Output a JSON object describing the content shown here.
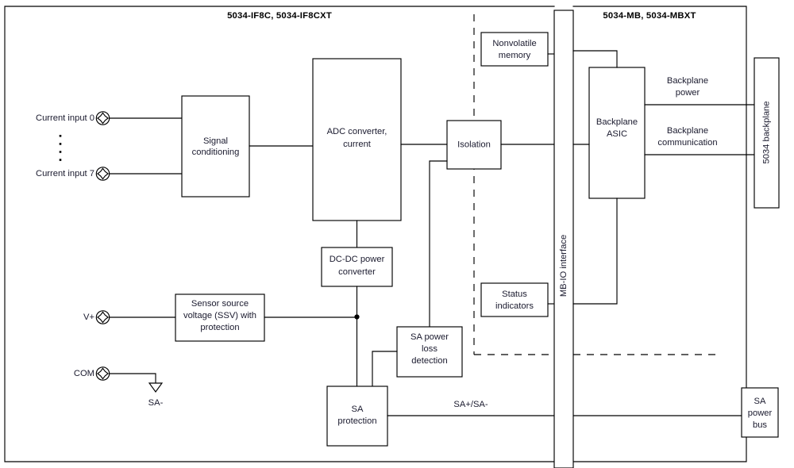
{
  "diagram": {
    "title_left": "5034-IF8C, 5034-IF8CXT",
    "title_right": "5034-MB, 5034-MBXT",
    "accent": "#000000",
    "text_color": "#1a1a2e"
  },
  "terminals": [
    {
      "label": "Current input 0",
      "icon": "screw-terminal-icon"
    },
    {
      "label": "Current input 7",
      "icon": "screw-terminal-icon"
    },
    {
      "label": "V+",
      "icon": "screw-terminal-icon"
    },
    {
      "label": "COM",
      "icon": "screw-terminal-icon"
    }
  ],
  "blocks": [
    {
      "id": "signal-conditioning",
      "line1": "Signal",
      "line2": "conditioning"
    },
    {
      "id": "adc-converter",
      "line1": "ADC converter,",
      "line2": "current"
    },
    {
      "id": "isolation",
      "line1": "Isolation",
      "line2": ""
    },
    {
      "id": "nonvolatile-memory",
      "line1": "Nonvolatile",
      "line2": "memory"
    },
    {
      "id": "status-indicators",
      "line1": "Status",
      "line2": "indicators"
    },
    {
      "id": "dc-dc-power-converter",
      "line1": "DC-DC power",
      "line2": "converter"
    },
    {
      "id": "sensor-source-voltage",
      "line1": "Sensor source",
      "line2": "voltage (SSV) with",
      "line3": "protection"
    },
    {
      "id": "sa-power-loss-detection",
      "line1": "SA power",
      "line2": "loss",
      "line3": "detection"
    },
    {
      "id": "sa-protection",
      "line1": "SA",
      "line2": "protection"
    },
    {
      "id": "mb-io-interface",
      "line1": "MB-IO interface",
      "line2": ""
    },
    {
      "id": "backplane-asic",
      "line1": "Backplane",
      "line2": "ASIC"
    },
    {
      "id": "backplane-5034",
      "line1": "5034 backplane",
      "line2": ""
    },
    {
      "id": "sa-power-bus",
      "line1": "SA",
      "line2": "power",
      "line3": "bus"
    }
  ],
  "net_labels": [
    {
      "id": "backplane-power",
      "line1": "Backplane",
      "line2": "power"
    },
    {
      "id": "backplane-communication",
      "line1": "Backplane",
      "line2": "communication"
    },
    {
      "id": "sa-plus-minus",
      "text": "SA+/SA-"
    },
    {
      "id": "sa-minus-ground",
      "text": "SA-"
    }
  ]
}
